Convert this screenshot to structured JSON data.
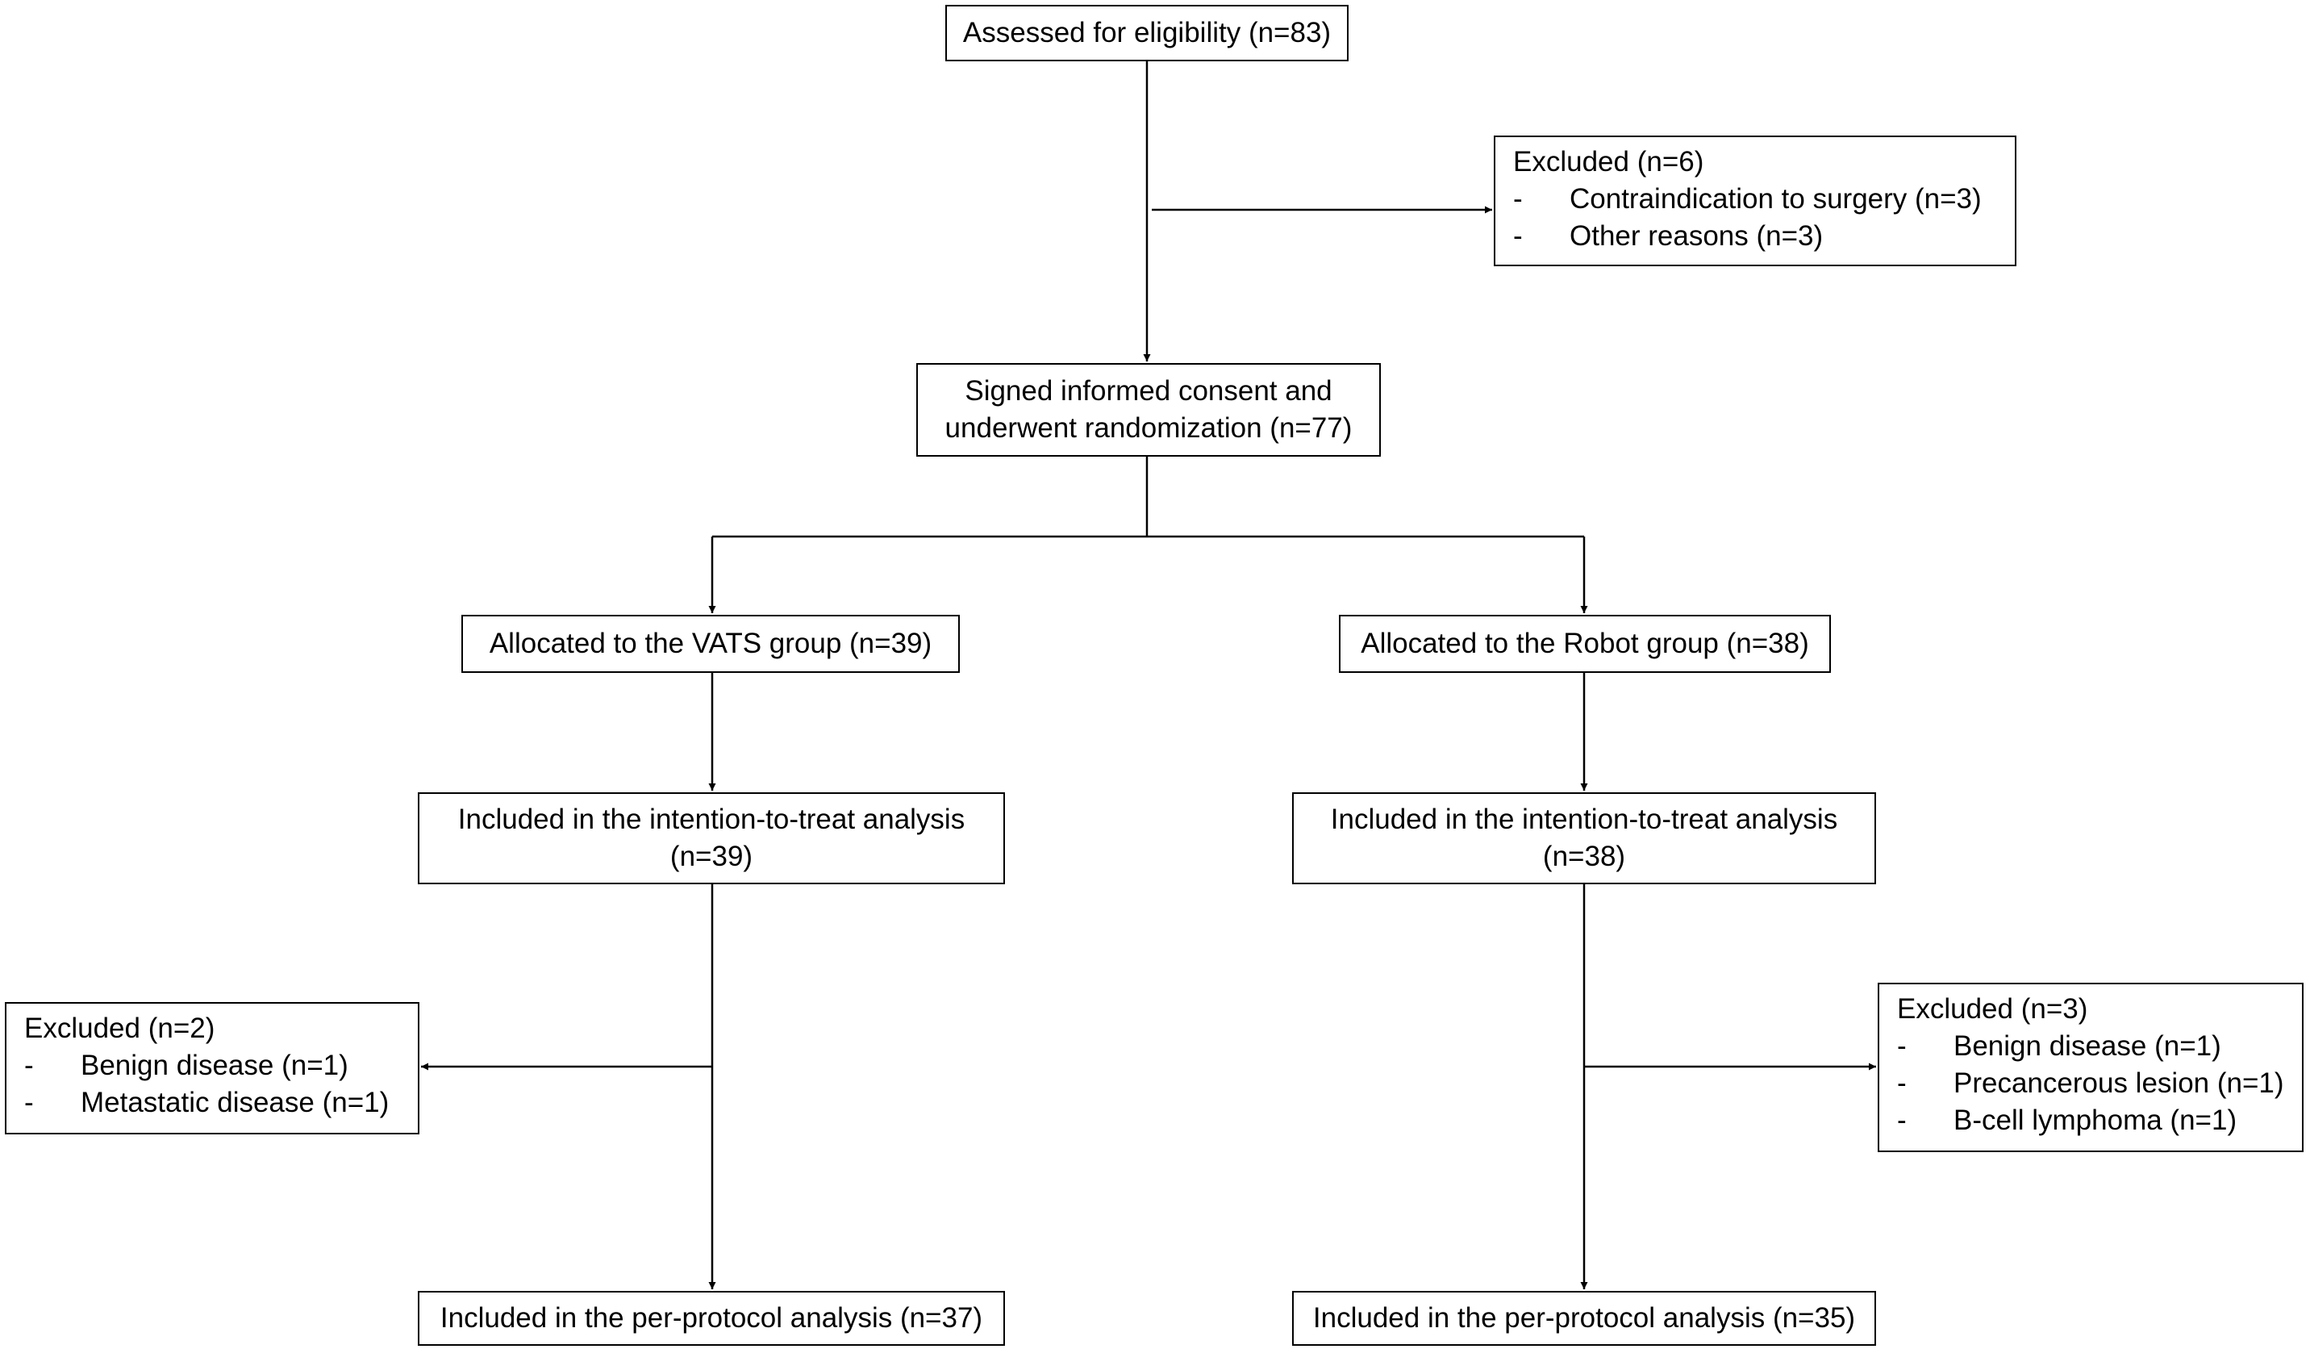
{
  "colors": {
    "line": "#000000",
    "box_border": "#000000",
    "background": "#ffffff"
  },
  "boxes": {
    "assessed": {
      "lines": [
        "Assessed for eligibility (n=83)"
      ]
    },
    "excluded_top": {
      "title": "Excluded (n=6)",
      "items": [
        "Contraindication to surgery (n=3)",
        "Other reasons (n=3)"
      ]
    },
    "randomized": {
      "lines": [
        "Signed informed consent and",
        "underwent randomization (n=77)"
      ]
    },
    "vats_alloc": {
      "lines": [
        "Allocated to the VATS group (n=39)"
      ]
    },
    "robot_alloc": {
      "lines": [
        "Allocated to the Robot group (n=38)"
      ]
    },
    "vats_itt": {
      "lines": [
        "Included in the intention-to-treat analysis",
        "(n=39)"
      ]
    },
    "robot_itt": {
      "lines": [
        "Included in the intention-to-treat analysis",
        "(n=38)"
      ]
    },
    "vats_excluded": {
      "title": "Excluded (n=2)",
      "items": [
        "Benign disease (n=1)",
        "Metastatic disease (n=1)"
      ]
    },
    "robot_excluded": {
      "title": "Excluded (n=3)",
      "items": [
        "Benign disease (n=1)",
        "Precancerous lesion (n=1)",
        "B-cell lymphoma (n=1)"
      ]
    },
    "vats_pp": {
      "lines": [
        "Included in the per-protocol analysis (n=37)"
      ]
    },
    "robot_pp": {
      "lines": [
        "Included in the per-protocol analysis (n=35)"
      ]
    }
  },
  "dash": "-"
}
